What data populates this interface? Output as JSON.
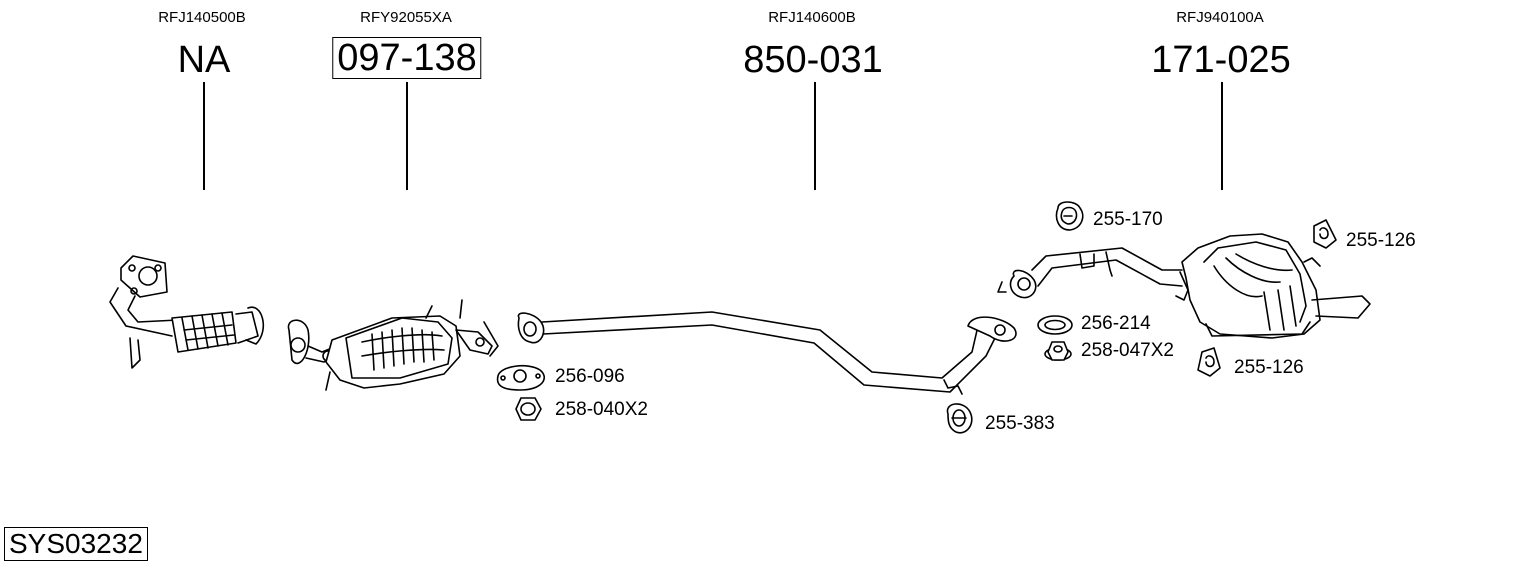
{
  "parts": [
    {
      "oem": "RFJ140500B",
      "number": "NA",
      "boxed": false
    },
    {
      "oem": "RFY92055XA",
      "number": "097-138",
      "boxed": true
    },
    {
      "oem": "RFJ140600B",
      "number": "850-031",
      "boxed": false
    },
    {
      "oem": "RFJ940100A",
      "number": "171-025",
      "boxed": false
    }
  ],
  "accessories": [
    {
      "number": "255-170",
      "icon": "rubber-hanger-icon"
    },
    {
      "number": "255-126",
      "icon": "rubber-hanger-icon"
    },
    {
      "number": "256-214",
      "icon": "ring-gasket-icon"
    },
    {
      "number": "258-047X2",
      "icon": "flange-nut-icon"
    },
    {
      "number": "255-126",
      "icon": "rubber-hanger-icon"
    },
    {
      "number": "256-096",
      "icon": "flange-gasket-icon"
    },
    {
      "number": "258-040X2",
      "icon": "hex-nut-icon"
    },
    {
      "number": "255-383",
      "icon": "rubber-ring-hanger-icon"
    }
  ],
  "system_code": "SYS03232"
}
